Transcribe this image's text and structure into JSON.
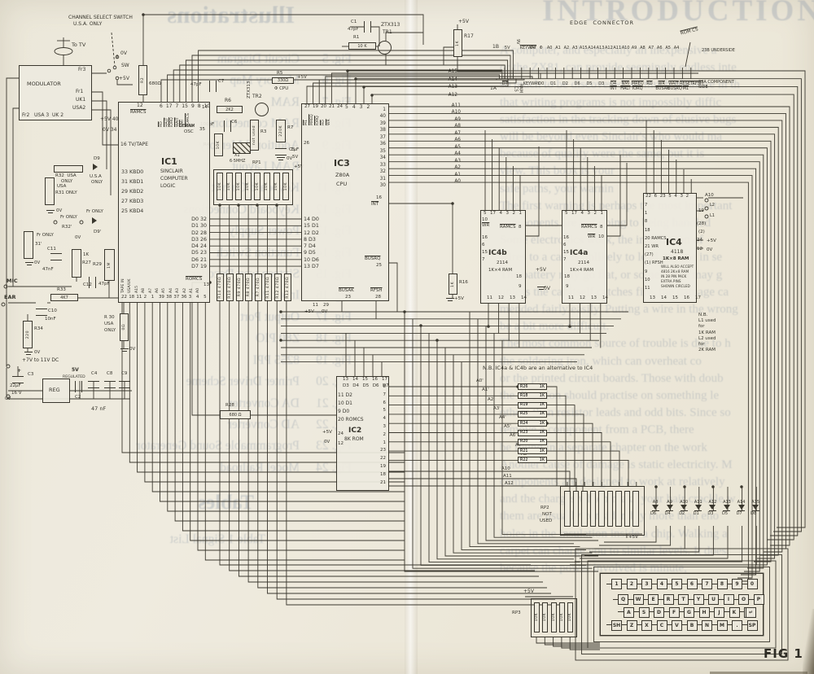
{
  "page": {
    "fig_label": "FIG 1"
  },
  "bleed_left": {
    "title": "Illustrations",
    "figures": [
      {
        "fig": "Fig. 5",
        "caption": "Circuit Diagram"
      },
      {
        "fig": "Fig. 6",
        "caption": "Memory Map"
      },
      {
        "fig": "Fig. 7",
        "caption": "RAM"
      },
      {
        "fig": "Fig. 8",
        "caption": "RAM connections"
      },
      {
        "fig": "Fig. 9",
        "caption": "Additional Memory"
      },
      {
        "fig": "Fig. 10",
        "caption": "RAM Layout"
      },
      {
        "fig": "Fig. 11",
        "caption": "Keyboard Circuit"
      },
      {
        "fig": "Fig. 12",
        "caption": "Keyboard Connections"
      },
      {
        "fig": "Fig. 13",
        "caption": "Power Supply"
      },
      {
        "fig": "Fig. 14",
        "caption": "Function Switch"
      },
      {
        "fig": "Fig. 15",
        "caption": "Sixteen way Decoder"
      },
      {
        "fig": "Fig. 16",
        "caption": "Input Port"
      },
      {
        "fig": "Fig. 17",
        "caption": "Output Port"
      },
      {
        "fig": "Fig. 18",
        "caption": "Z80 PIO"
      },
      {
        "fig": "Fig. 19",
        "caption": "8255 PPI"
      },
      {
        "fig": "Fig. 20",
        "caption": "Printer Driver Scheme"
      },
      {
        "fig": "Fig. 21",
        "caption": "DA Converter"
      },
      {
        "fig": "Fig. 22",
        "caption": "AD Converter"
      },
      {
        "fig": "Fig. 23",
        "caption": "Programmable Sound Generator"
      },
      {
        "fig": "Fig. 24",
        "caption": "Model Railroad"
      }
    ],
    "tables_title": "Tables",
    "table_row": "Table 1     Signal List"
  },
  "bleed_right": {
    "title": "INTRODUCTION",
    "lines": [
      "A computer, and especially an inexpensive a",
      "or the ZX81, can provide seemingly endless inte",
      "so much to be discovered, so much pleasure in th",
      "that writing programs is not impossibly diffic",
      "satisfaction in the tracking down of elusive bugs",
      "",
      "will be beyond even Sinclair's who would ma",
      "because of quality were the same, but it is",
      "view. This book is your",
      "safe paths, your warnin",
      "",
      "The first warning is perhaps the most important",
      "components are not going to being handled",
      "Some electronics work, the installation of",
      "wires to a car, is unlikely to lead anyone in se",
      "The battery may go flat, or some wires may g",
      "unless the car itself catches fire, the damage ca",
      "mended fairly easily. Putting a wire in the wrong",
      "be a bit more difficult.",
      "",
      "The most common source of trouble is due to h",
      "the soldering iron, which can overheat co",
      "or the printed circuit boards. Those with doub",
      "the direction should practise on something le",
      "others than resistor leads and odd bits. Since so",
      "remove a component from a PCB, there",
      "be found in a separate chapter on the work",
      "",
      "Another cause of damage is static electricity. M",
      "components are designed to work at relatively",
      "and the charges which make your hair crackle w",
      "them are usually considerably more than eno",
      "holes in the insulation inside a chip. Walking a",
      "carpet can charge you to similar levels. It does",
      "because the power involved is minute,"
    ]
  },
  "edge_connector": {
    "title": "EDGE  CONNECTOR",
    "corner_tl": "1B",
    "corner_bl": "1A",
    "corner_tr": "23B UNDERSIDE",
    "corner_br": "23A COMPONENT\nSIDE",
    "rom_cs": "ROM CS",
    "top": [
      "5V",
      "9V",
      "KEYWAY",
      "0V",
      "Φ",
      "A0",
      "A1",
      "A2",
      "A3",
      "A15",
      "A14",
      "A13",
      "A12",
      "A11",
      "A10",
      "A9",
      "A8",
      "A7",
      "A6",
      "A5",
      "A4"
    ],
    "bottom": [
      {
        "a": "D7"
      },
      {
        "a": "RAM CS"
      },
      {
        "a": "KEYWAY"
      },
      {
        "a": "D0"
      },
      {
        "a": "D1"
      },
      {
        "a": "D2"
      },
      {
        "a": "D6"
      },
      {
        "a": "D5"
      },
      {
        "a": "D3"
      },
      {
        "a": "D4",
        "b": "INT"
      },
      {
        "a": "NMI",
        "b": "HALT"
      },
      {
        "a": "MREQ",
        "b": "IORQ"
      },
      {
        "a": "RD"
      },
      {
        "a": "WR",
        "b": "BUSAK"
      },
      {
        "a": "WAIT",
        "b": "BUSRQ"
      },
      {
        "a": "RESET",
        "b": "M1"
      },
      {
        "a": "RFSH"
      }
    ]
  },
  "modulator": {
    "title": "MODULATOR",
    "to_tv": "To TV",
    "note1": "CHANNEL SELECT SWITCH",
    "note2": "U.S.A. ONLY",
    "fr3": "Fr3",
    "fr1": "Fr1",
    "uk1": "UK1",
    "usa2": "USA2",
    "bottom": "Fr2   USA 3  UK 2",
    "sw_0v": "0V",
    "sw": "SW",
    "sw_5v": "+5V"
  },
  "ic1": {
    "name": "IC1",
    "line1": "SINCLAIR",
    "line2": "COMPUTER",
    "line3": "LOGIC",
    "pin12": "12",
    "ramcs": "RAMCS",
    "pin14": "14",
    "top_pins": [
      "6",
      "17",
      "7",
      "15",
      "9",
      "8",
      "10"
    ],
    "top_labels": [
      "RD",
      "HALT",
      "IORQ",
      "WAIT",
      "NMI",
      "ROMCS",
      "Φ"
    ],
    "ceram": "CERAM",
    "osc": "OSC",
    "pin35": "35",
    "v40": "+5V 40",
    "v34": "0V 34",
    "tv": "16 TV/TAPE",
    "kbd": [
      "33 KBD0",
      "31 KBD1",
      "29 KBD2",
      "27 KBD3",
      "25 KBD4"
    ],
    "right": [
      "D0 32",
      "D1 30",
      "D2 28",
      "D3 26",
      "D4 24",
      "D5 23",
      "D6 21",
      "D7 19"
    ],
    "romcs_b": "ROMCS",
    "romcs_pin": "13",
    "bottom_labels": [
      "TAPE IN",
      "USA/UK",
      "A15",
      "A8",
      "A7",
      "A6",
      "A5",
      "A4",
      "A3",
      "A2",
      "A1",
      "A0"
    ],
    "bottom_pins": [
      "22",
      "18",
      "11",
      "2",
      "1",
      "39",
      "38",
      "37",
      "36",
      "3",
      "4",
      "5"
    ]
  },
  "ic3": {
    "name": "IC3",
    "line1": "Z80A",
    "line2": "CPU",
    "top_pins": [
      "5",
      "4",
      "3",
      "2"
    ],
    "left_top_pins": [
      "27",
      "19",
      "20",
      "21",
      "24"
    ],
    "left_top_labels": [
      "M1",
      "MREQ",
      "IORQ",
      "RD",
      "WR"
    ],
    "pin26": "26",
    "reset_c": "1µF",
    "reset_v": "5V",
    "right_pins": [
      "1",
      "40",
      "39",
      "38",
      "37",
      "36",
      "35",
      "34",
      "33",
      "32",
      "31",
      "30"
    ],
    "addr_hi": [
      "A15",
      "A14",
      "A13",
      "A12"
    ],
    "addr_lo": [
      "A11",
      "A10",
      "A9",
      "A8",
      "A7",
      "A6",
      "A5",
      "A4",
      "A3",
      "A2",
      "A1",
      "A0"
    ],
    "data": [
      "14 D0",
      "15 D1",
      "12 D2",
      "8 D3",
      "7 D4",
      "9 D5",
      "10 D6",
      "13 D7"
    ],
    "int_pin": "16",
    "int": "INT",
    "busrq": "BUSRQ",
    "busrq_pin": "25",
    "busak": "BUSAK",
    "busak_pin": "23",
    "rfsh": "RFSH",
    "rfsh_pin": "28",
    "p11": "11",
    "p29": "29",
    "v5": "+5V",
    "v0": "0V"
  },
  "ic2": {
    "name": "IC2",
    "line1": "8K ROM",
    "top_pins": [
      "13",
      "14",
      "15",
      "16",
      "17"
    ],
    "top_labels": [
      "D3",
      "D4",
      "D5",
      "D6",
      "D7"
    ],
    "left": [
      "11 D2",
      "10 D1",
      "9 D0",
      "20 ROMCS"
    ],
    "p5v": "+5V",
    "p5vn": "24",
    "p0v": "0V",
    "p0vn": "12",
    "right_pins": [
      "8",
      "7",
      "6",
      "5",
      "4",
      "3",
      "2",
      "1",
      "23",
      "22",
      "19",
      "18",
      "21"
    ],
    "addr_stair": [
      "A0'",
      "A1'",
      "A2'",
      "A3'",
      "A4'",
      "A5'",
      "A6'",
      "A7'",
      "A8'"
    ],
    "addr_lo": [
      "A10",
      "A11",
      "A12"
    ]
  },
  "ic4b": {
    "name": "IC4b",
    "l1": "2114",
    "l2": "1K×4 RAM",
    "top_pins": [
      "5",
      "17",
      "4",
      "3",
      "2",
      "1"
    ],
    "wr_pin": "10",
    "wr": "WR",
    "left_pins": [
      "16",
      "6",
      "15",
      "7"
    ],
    "ramcs": "RAMCS",
    "ramcs_pin": "8",
    "p18": "18",
    "p9": "9",
    "bottom_pins": [
      "11",
      "12",
      "13",
      "14"
    ]
  },
  "ic4a": {
    "name": "IC4a",
    "l1": "2114",
    "l2": "1K×4 RAM",
    "top_pins": [
      "5",
      "17",
      "4",
      "3",
      "2",
      "1"
    ],
    "left_pins": [
      "16",
      "6",
      "15",
      "7"
    ],
    "ramcs": "RAMCS",
    "ramcs_pin": "8",
    "wr": "WR",
    "wr_pin": "10",
    "p18": "18",
    "p9": "9",
    "bottom_pins": [
      "11",
      "12",
      "13",
      "14"
    ],
    "v5": "+5V",
    "v0": "0V"
  },
  "ic4": {
    "name": "IC4",
    "l1": "4118",
    "l2": "1K×8 RAM",
    "note": [
      "WILL ALSO ACCEPT",
      "4816 2K×8 RAM",
      "IN 28 PIN PACK",
      "EXTRA PINS",
      "SHOWN CIRCLED"
    ],
    "top_pins": [
      "22",
      "6",
      "23",
      "5",
      "4",
      "3",
      "2"
    ],
    "left_pins": [
      "7",
      "1",
      "8",
      "18",
      "20 RAMCS",
      "21 WR",
      "(27)",
      "(1) RFSH",
      "9",
      "10",
      "11"
    ],
    "bottom_pins": [
      "13",
      "14",
      "15",
      "16",
      "17"
    ],
    "a10": "A10",
    "l2link": "L2",
    "p19": "19",
    "l1link": "L1",
    "p28": "(28)",
    "p2": "(2)",
    "p24": "24",
    "v5": "+5V",
    "p12": "12",
    "v0": "0V",
    "nb": [
      "N.B.",
      "L1 used",
      "for",
      "1K RAM",
      "L2 used",
      "for",
      "2K RAM"
    ]
  },
  "nb_alt": "N.B. IC4a & IC4b are an alternative to IC4",
  "rp1": {
    "name": "RP1",
    "v5": "+5V",
    "values": [
      "10K",
      "10K",
      "10K",
      "10K",
      "10K",
      "10K",
      "10K",
      "10K"
    ]
  },
  "r470": {
    "items": [
      "R14 470Ω",
      "R10 470Ω",
      "R9 470Ω",
      "R8 470Ω",
      "R7 470Ω",
      "R11 470Ω",
      "R12 470Ω",
      "R13 470Ω"
    ]
  },
  "rp2": {
    "name": "RP2",
    "nu1": "NOT",
    "nu2": "USED",
    "v5": "+5V",
    "slots": [
      "",
      "",
      "",
      "",
      "",
      "",
      "",
      "",
      ""
    ]
  },
  "rp3": {
    "name": "RP3",
    "v5": "+5V",
    "values": [
      "10K",
      "10K",
      "10K",
      "10K",
      "10K"
    ]
  },
  "rcol": {
    "items": [
      {
        "r": "R26",
        "v": "1K"
      },
      {
        "r": "R18",
        "v": "1K"
      },
      {
        "r": "R19",
        "v": "1K"
      },
      {
        "r": "R25",
        "v": "1K"
      },
      {
        "r": "R24",
        "v": "1K"
      },
      {
        "r": "R23",
        "v": "1K"
      },
      {
        "r": "R20",
        "v": "1K"
      },
      {
        "r": "R21",
        "v": "1K"
      },
      {
        "r": "R22",
        "v": "1K"
      }
    ]
  },
  "diodes": {
    "items": [
      {
        "a": "A8",
        "d": "D6"
      },
      {
        "a": "A9",
        "d": "D4"
      },
      {
        "a": "A10",
        "d": "D2"
      },
      {
        "a": "A11",
        "d": "D1"
      },
      {
        "a": "A12",
        "d": "D3"
      },
      {
        "a": "A13",
        "d": "D5"
      },
      {
        "a": "A14",
        "d": "D7"
      },
      {
        "a": "A15",
        "d": "D8"
      }
    ]
  },
  "keyboard": {
    "row1": [
      "1",
      "2",
      "3",
      "4",
      "5",
      "6",
      "7",
      "8",
      "9",
      "0"
    ],
    "row2": [
      "Q",
      "W",
      "E",
      "R",
      "T",
      "Y",
      "U",
      "I",
      "O",
      "P"
    ],
    "row3": [
      "A",
      "S",
      "D",
      "F",
      "G",
      "H",
      "J",
      "K",
      "L"
    ],
    "nl": "↵",
    "row4": [
      "SH",
      "Z",
      "X",
      "C",
      "V",
      "B",
      "N",
      "M",
      ".",
      "SP"
    ]
  },
  "parts": {
    "r2": "R2",
    "r2v": "680Ω",
    "c1": "C1",
    "c1v": "47pF",
    "r1": "R1",
    "r1v": "10 K",
    "tr1t": "ZTX313",
    "tr1": "TR1",
    "r17": "R17",
    "r17v": "1K",
    "v5": "+5V",
    "ov": "0V",
    "c7v": "47pF",
    "c7": "C7",
    "r6": "R6",
    "r6v": "2K2",
    "r5": "R5",
    "r5v": "330Ω",
    "phi": "Φ CPU",
    "tr2t": "ZTX313",
    "tr2": "TR2",
    "r3": "R3",
    "r3v": "not used",
    "r220": "220K",
    "r220n": "R7",
    "c6v": "100pF",
    "c6": "C6",
    "r4": "R4",
    "r4v": "10K",
    "x1": "X1",
    "x1v": "6·5MHZ",
    "c5": "C5",
    "r32": "R32  USA",
    "only": "ONLY",
    "d9": "D9",
    "usa": "U.S.A",
    "r31": "R31 ONLY",
    "usa2": "USA",
    "fronly": "Fr ONLY",
    "r32p": "R32'",
    "d9p": "D9'",
    "r31p": "31'",
    "c11": "C11",
    "c11v": "47nF",
    "r27": "R27",
    "r27v": "1K",
    "r29": "R29",
    "r29v": "1M",
    "c12": "C12",
    "c12v": "47pF",
    "mic": "MIC",
    "ear": "EAR",
    "r33": "R33",
    "r33v": "4K7",
    "c10": "C10",
    "c10v": "10nF",
    "r34": "R34",
    "r34v": "220",
    "r30a": "R 30",
    "r30b": "USA",
    "r30c": "ONLY",
    "r30v": "0Ω",
    "dc": "+7V to 11V DC",
    "plus": "+",
    "c3": "C3",
    "c3v": "22µF",
    "c3v2": "16 V",
    "reg": "REG",
    "reg5": "5V",
    "regd": "REGULATED",
    "c2": "C2",
    "c4": "C4",
    "c8": "C8",
    "c9": "C9",
    "cap47": "47 nF",
    "r28": "R28",
    "r28v": "680 Ω",
    "r16": "R16",
    "r16v": "1K"
  }
}
